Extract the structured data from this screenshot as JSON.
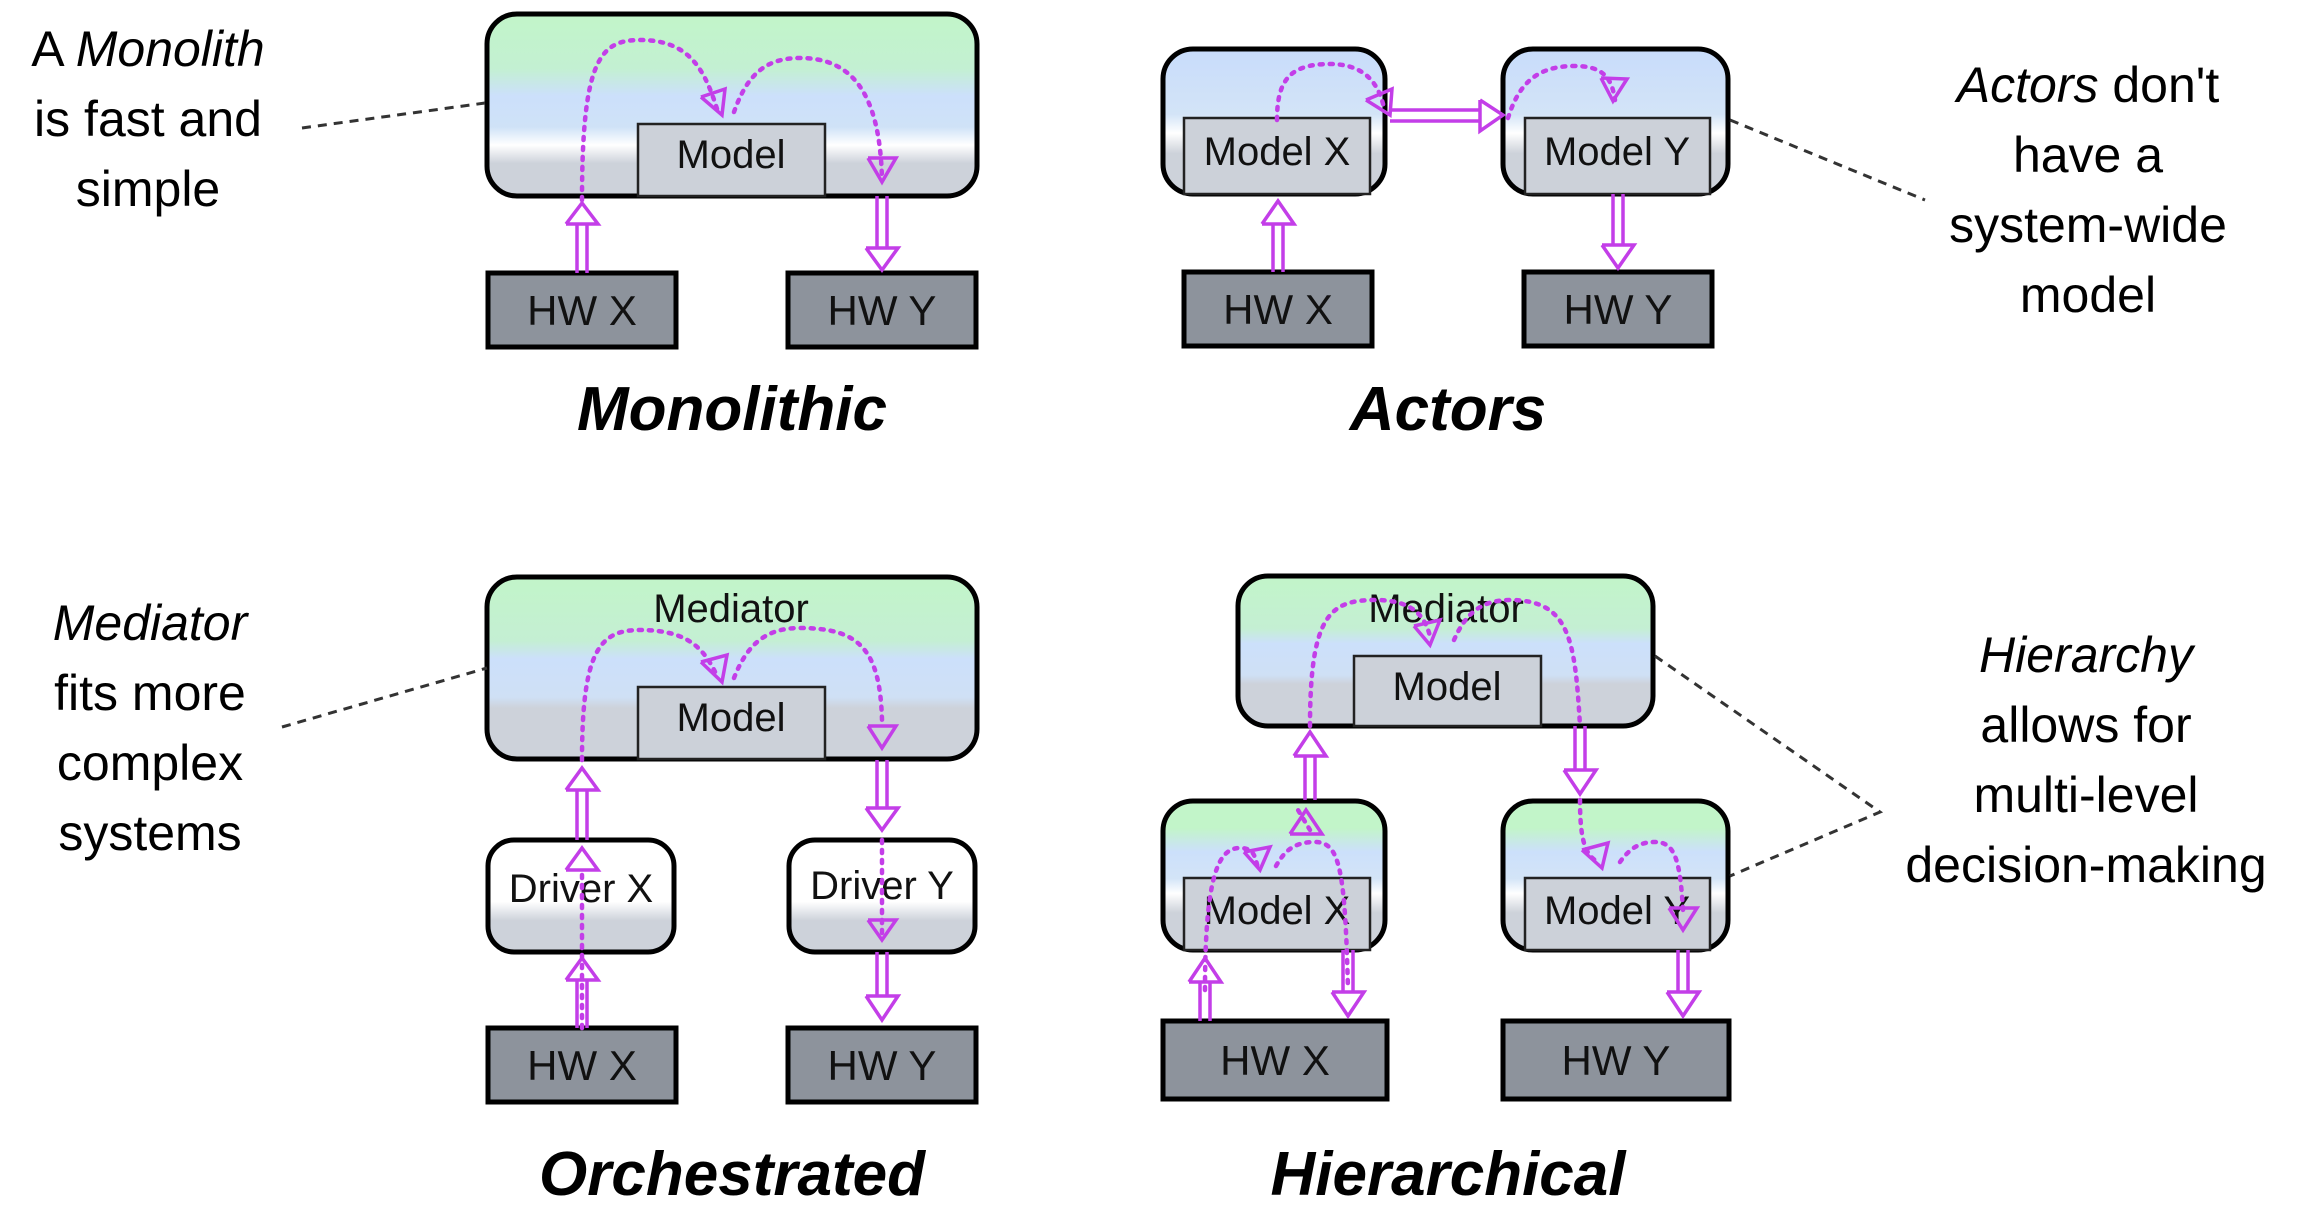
{
  "panels": {
    "monolithic": {
      "title": "Monolithic",
      "model": "Model",
      "hw_x": "HW X",
      "hw_y": "HW Y"
    },
    "actors": {
      "title": "Actors",
      "model_x": "Model X",
      "model_y": "Model Y",
      "hw_x": "HW X",
      "hw_y": "HW Y"
    },
    "orchestrated": {
      "title": "Orchestrated",
      "mediator": "Mediator",
      "model": "Model",
      "driver_x": "Driver X",
      "driver_y": "Driver Y",
      "hw_x": "HW X",
      "hw_y": "HW Y"
    },
    "hierarchical": {
      "title": "Hierarchical",
      "mediator": "Mediator",
      "model": "Model",
      "model_x": "Model X",
      "model_y": "Model Y",
      "hw_x": "HW X",
      "hw_y": "HW Y"
    }
  },
  "notes": {
    "monolith": {
      "line1_plain": "A ",
      "line1_em": "Monolith",
      "line2": "is fast and",
      "line3": "simple"
    },
    "actors": {
      "line1_em": "Actors",
      "line1_plain": " don't",
      "line2": "have a",
      "line3": "system-wide",
      "line4": "model"
    },
    "mediator": {
      "line1_em": "Mediator",
      "line2": "fits more",
      "line3": "complex",
      "line4": "systems"
    },
    "hierarchy": {
      "line1_em": "Hierarchy",
      "line2": "allows for",
      "line3": "multi-level",
      "line4": "decision-making"
    }
  },
  "colors": {
    "arrow": "#c33ee8",
    "hardware": "#8d939c",
    "model": "#ccd1d9",
    "gradient_top": "#c2f5c9",
    "gradient_mid": "#cce0fb",
    "gradient_bottom": "#cdd2da"
  }
}
